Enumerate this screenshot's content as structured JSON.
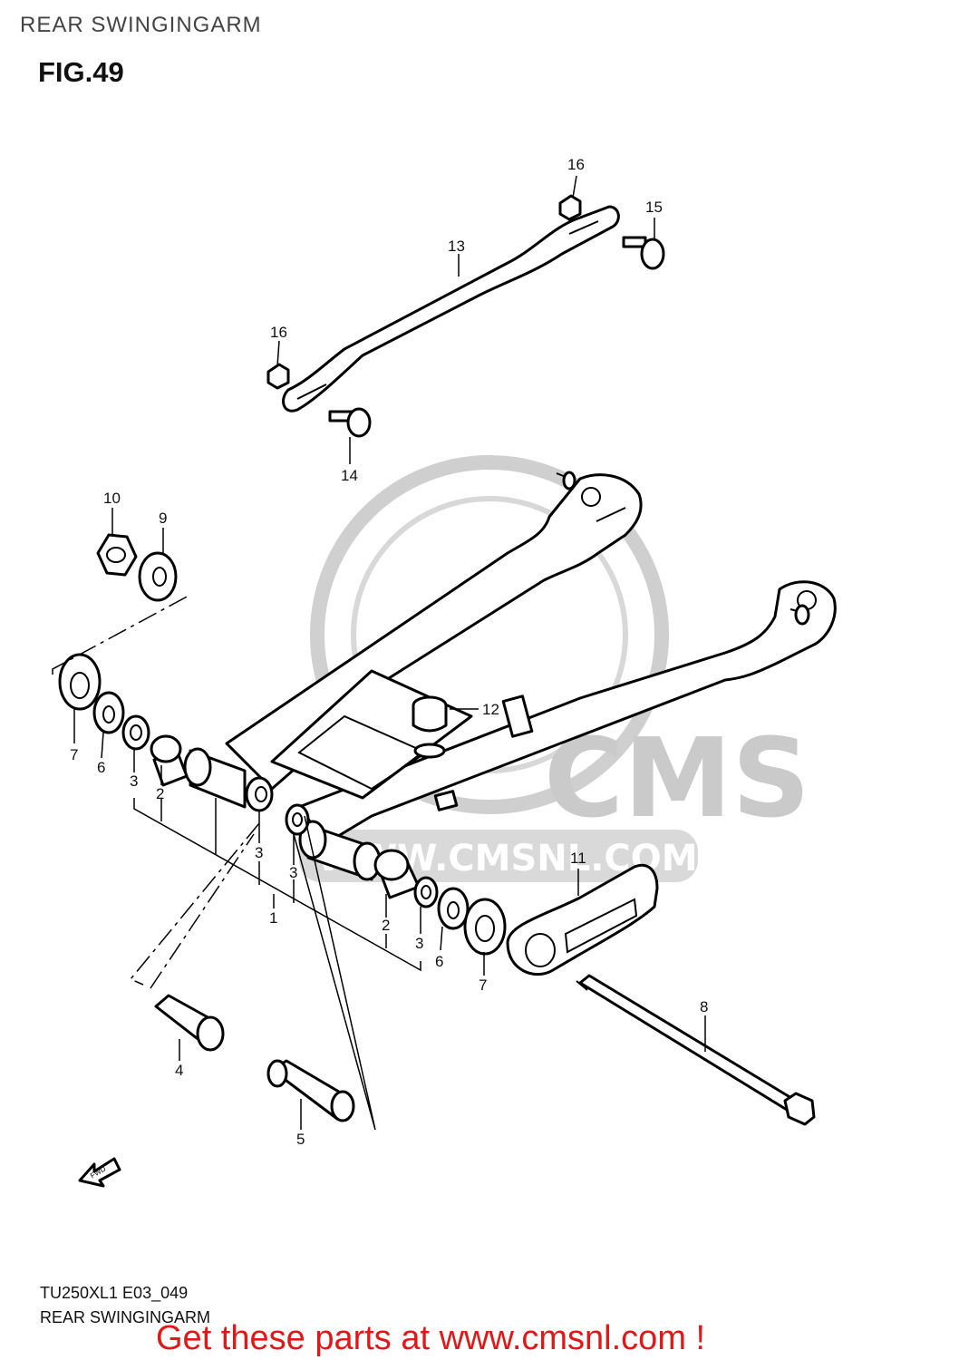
{
  "header": {
    "title": "REAR SWINGINGARM"
  },
  "figure": {
    "label": "FIG.49"
  },
  "watermark": {
    "text": "CMS",
    "url": "WWW.CMSNL.COM"
  },
  "direction_marker": {
    "label": "FWD"
  },
  "callouts": [
    {
      "id": "c16a",
      "text": "16"
    },
    {
      "id": "c15",
      "text": "15"
    },
    {
      "id": "c13",
      "text": "13"
    },
    {
      "id": "c16b",
      "text": "16"
    },
    {
      "id": "c14",
      "text": "14"
    },
    {
      "id": "c10",
      "text": "10"
    },
    {
      "id": "c9",
      "text": "9"
    },
    {
      "id": "c12",
      "text": "12"
    },
    {
      "id": "c7a",
      "text": "7"
    },
    {
      "id": "c6a",
      "text": "6"
    },
    {
      "id": "c3a",
      "text": "3"
    },
    {
      "id": "c2a",
      "text": "2"
    },
    {
      "id": "c3b",
      "text": "3"
    },
    {
      "id": "c3c",
      "text": "3"
    },
    {
      "id": "c1",
      "text": "1"
    },
    {
      "id": "c11",
      "text": "11"
    },
    {
      "id": "c2b",
      "text": "2"
    },
    {
      "id": "c3d",
      "text": "3"
    },
    {
      "id": "c6b",
      "text": "6"
    },
    {
      "id": "c7b",
      "text": "7"
    },
    {
      "id": "c8",
      "text": "8"
    },
    {
      "id": "c4",
      "text": "4"
    },
    {
      "id": "c5",
      "text": "5"
    }
  ],
  "footer": {
    "figure_code": "TU250XL1 E03_049",
    "caption": "REAR SWINGINGARM",
    "promo": "Get these parts at www.cmsnl.com !"
  },
  "colors": {
    "promo": "#e01818",
    "watermark": "#bdbdbd",
    "line": "#000000"
  }
}
